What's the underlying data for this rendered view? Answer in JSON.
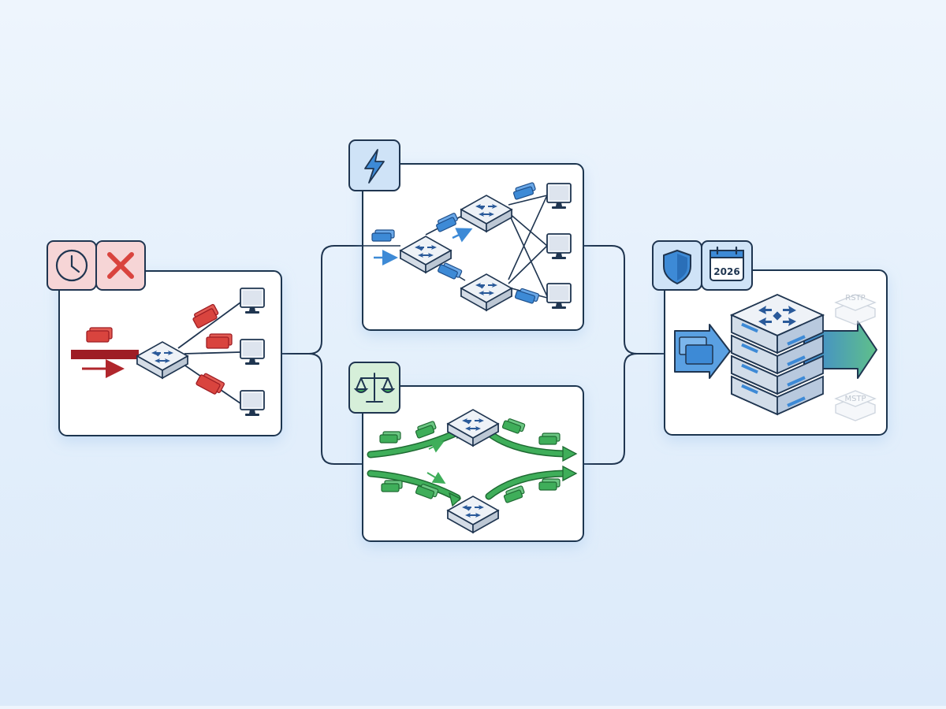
{
  "diagram": {
    "colors": {
      "background": "#e8f2fc",
      "panel_border": "#1f3550",
      "connector": "#1f3550",
      "legacy_red": "#d9443e",
      "legacy_dark_red": "#9e1d24",
      "rapid_blue": "#3d8ad6",
      "balance_green": "#3fae5a",
      "switch_fill": "#e6ebf2",
      "switch_arrow": "#2a5a9a"
    },
    "panels": {
      "legacy": {
        "icons": [
          "clock-icon",
          "red-x-icon"
        ]
      },
      "rapid": {
        "icons": [
          "lightning-bolt-icon"
        ]
      },
      "balanced": {
        "icons": [
          "balance-scale-icon"
        ]
      },
      "modern": {
        "icons": [
          "shield-icon",
          "calendar-icon"
        ],
        "calendar_year": "2026",
        "tag_top": "RSTP",
        "tag_bottom": "MSTP"
      }
    }
  }
}
